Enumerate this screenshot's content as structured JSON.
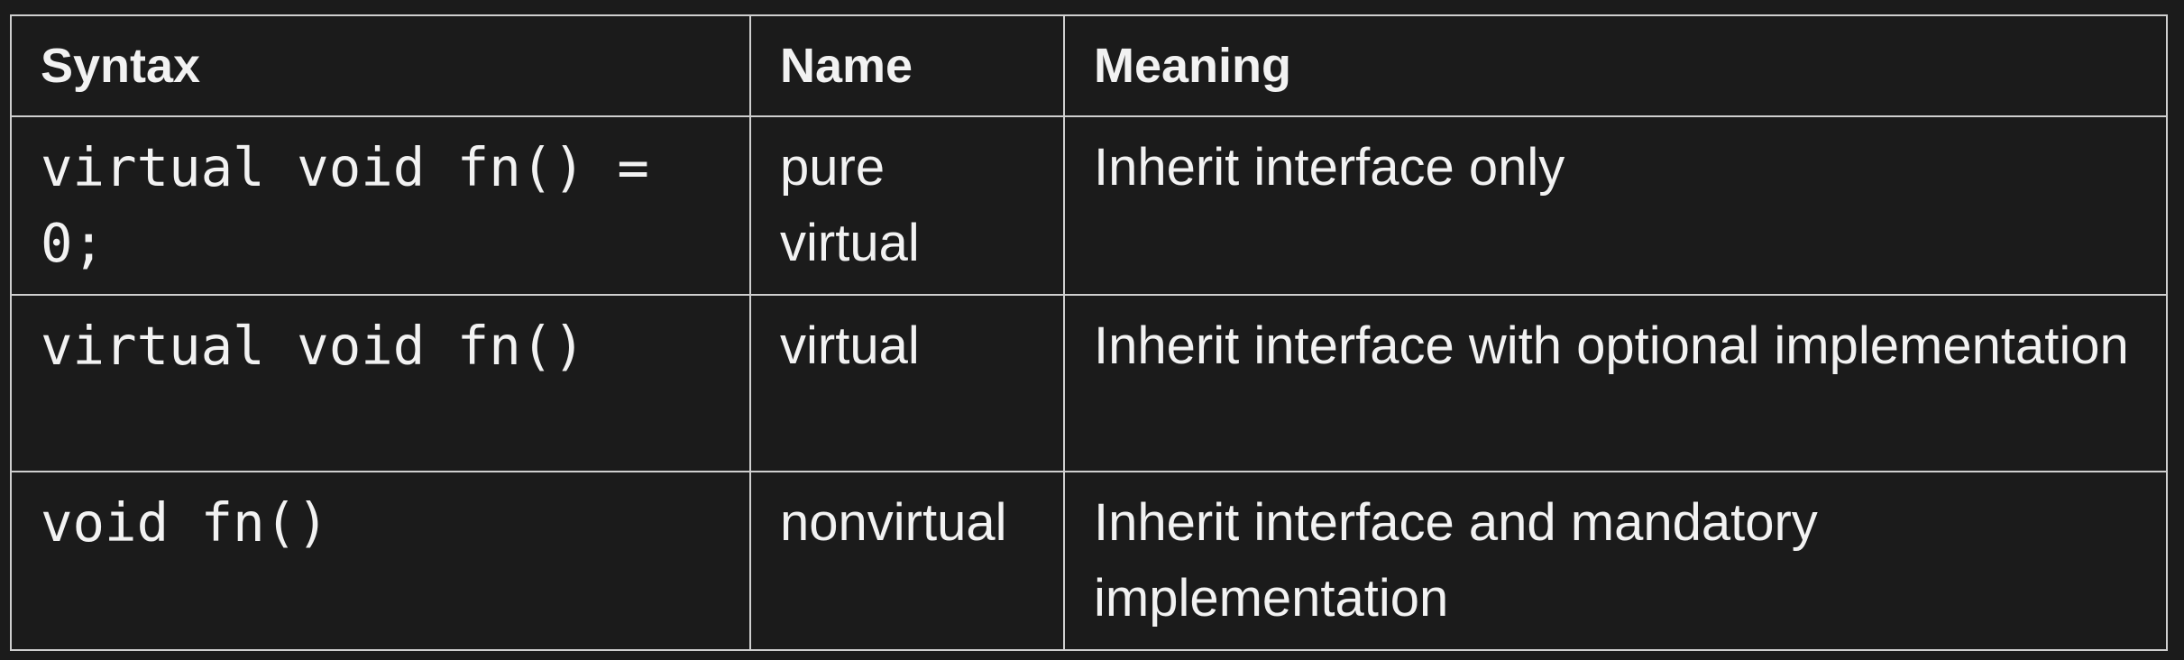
{
  "table": {
    "headers": [
      "Syntax",
      "Name",
      "Meaning"
    ],
    "rows": [
      {
        "syntax": "virtual void fn() = 0;",
        "name": "pure virtual",
        "meaning": "Inherit interface only"
      },
      {
        "syntax": "virtual void fn()",
        "name": "virtual",
        "meaning": "Inherit interface with optional implementation"
      },
      {
        "syntax": "void fn()",
        "name": "nonvirtual",
        "meaning": "Inherit interface and mandatory implementation"
      }
    ]
  },
  "colors": {
    "background": "#1b1b1b",
    "text": "#f2f2f2",
    "border": "#cfcfcf"
  }
}
